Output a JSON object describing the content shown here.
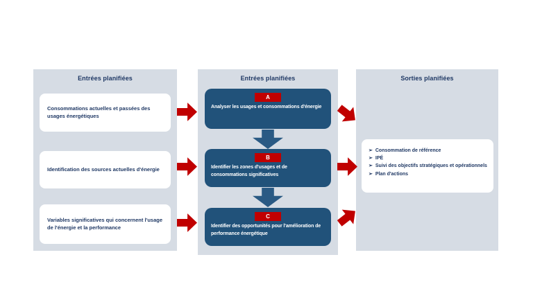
{
  "colors": {
    "panel_bg": "#d6dce4",
    "step_blue": "#21527a",
    "arrow_blue": "#2a5a84",
    "red": "#c00000",
    "navy_text": "#1f3864",
    "box_white": "#ffffff"
  },
  "diagram": {
    "columns": {
      "left": {
        "header": "Entrées planifiées",
        "boxes": [
          "Consommations actuelles et passées des usages énergétiques",
          "Identification des sources actuelles d'énergie",
          "Variables significatives qui concernent l'usage de l'énergie et la performance"
        ]
      },
      "middle": {
        "header": "Entrées planifiées",
        "steps": [
          {
            "badge": "A",
            "text": "Analyser les usages et consommations d'énergie"
          },
          {
            "badge": "B",
            "text": "Identifier les zones d'usages et de consommations significatives"
          },
          {
            "badge": "C",
            "text": "Identifier des opportunités pour l'amélioration de performance énergétique"
          }
        ]
      },
      "right": {
        "header": "Sorties planifiées",
        "bullet_icon": "➢",
        "bullets": [
          "Consommation de référence",
          "IPÉ",
          "Suivi des objectifs stratégiques et opérationnels",
          "Plan d'actions"
        ]
      }
    }
  }
}
